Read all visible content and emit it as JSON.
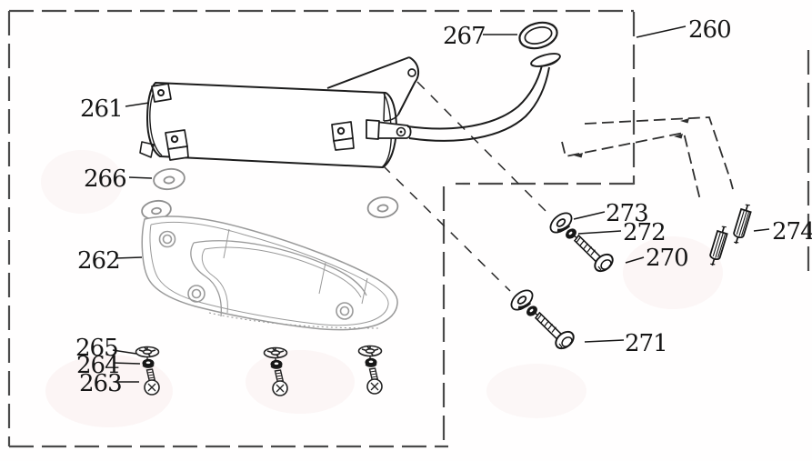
{
  "diagram": {
    "kind": "exploded-parts-diagram",
    "subject": "muffler-exhaust-assembly",
    "colors": {
      "background": "#fffefe",
      "main_line": "#1c1c1c",
      "shield_line": "#9a9a9a",
      "washer_line": "#8f8f8f",
      "border_dash": "#4a4a4a",
      "label_text": "#161616"
    }
  },
  "callouts": {
    "260": {
      "label": "260"
    },
    "261": {
      "label": "261"
    },
    "262": {
      "label": "262"
    },
    "263": {
      "label": "263"
    },
    "264": {
      "label": "264"
    },
    "265": {
      "label": "265"
    },
    "266": {
      "label": "266"
    },
    "267": {
      "label": "267"
    },
    "270": {
      "label": "270"
    },
    "271": {
      "label": "271"
    },
    "272": {
      "label": "272"
    },
    "273": {
      "label": "273"
    },
    "274": {
      "label": "274"
    }
  }
}
